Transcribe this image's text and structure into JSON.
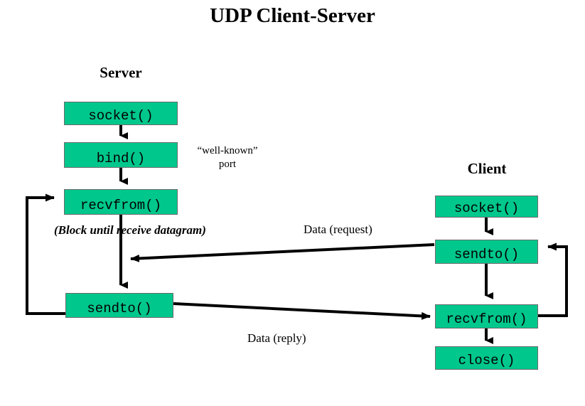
{
  "title": "UDP Client-Server",
  "columns": {
    "server": {
      "heading": "Server"
    },
    "client": {
      "heading": "Client"
    }
  },
  "server_calls": [
    {
      "label": "socket()"
    },
    {
      "label": "bind()"
    },
    {
      "label": "recvfrom()"
    },
    {
      "label": "sendto()"
    }
  ],
  "client_calls": [
    {
      "label": "socket()"
    },
    {
      "label": "sendto()"
    },
    {
      "label": "recvfrom()"
    },
    {
      "label": "close()"
    }
  ],
  "annotations": {
    "well_known_port": "“well-known”\nport",
    "block_note": "(Block until receive datagram)",
    "data_request": "Data (request)",
    "data_reply": "Data (reply)"
  },
  "colors": {
    "box_fill": "#00c78c",
    "box_border": "#6b6b6b",
    "line": "#000000",
    "text": "#000000",
    "background": "#ffffff"
  }
}
